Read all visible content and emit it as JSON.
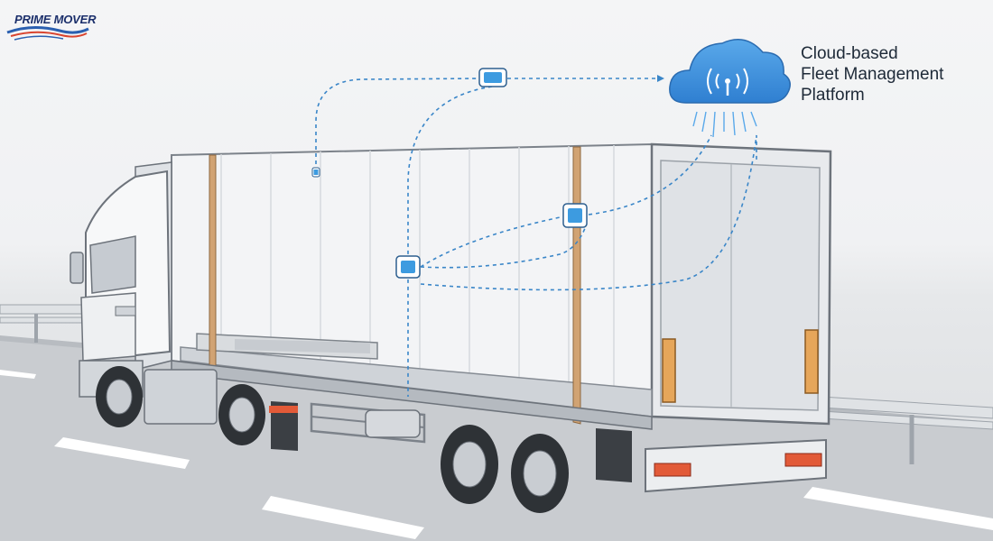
{
  "brand": {
    "name": "PRIME MOVER",
    "colors": {
      "text": "#1b2f6b",
      "wave_blue": "#2a5fb0",
      "wave_red": "#d9442f"
    }
  },
  "platform": {
    "lines": [
      "Cloud-based",
      "Fleet Management",
      "Platform"
    ],
    "icon": "cloud-signal-icon",
    "color": "#2f7fd1"
  },
  "sensors": [
    {
      "id": "sensor-top",
      "icon": "tracker-device-icon"
    },
    {
      "id": "sensor-side",
      "icon": "tracker-device-icon"
    },
    {
      "id": "sensor-strap",
      "icon": "tracker-device-icon"
    },
    {
      "id": "sensor-front",
      "icon": "tracker-device-icon"
    }
  ],
  "link_color": "#3a86c8"
}
